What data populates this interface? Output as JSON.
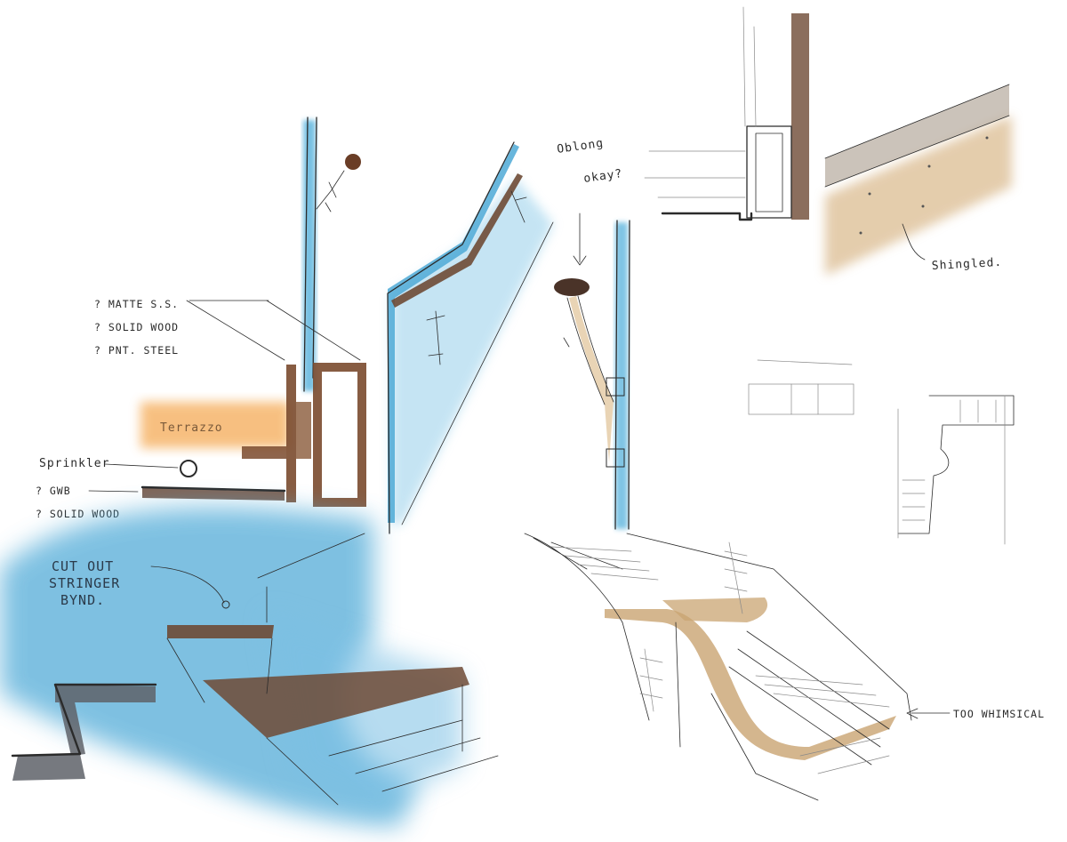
{
  "annotations": {
    "oblong": "Oblong",
    "okay": "okay?",
    "matte": "? MATTE S.S.",
    "solid_wood_1": "? SOLID WOOD",
    "pnt_steel": "? PNT. STEEL",
    "terrazzo": "Terrazzo",
    "sprinkler": "Sprinkler",
    "gwb": "? GWB",
    "solid_wood_2": "? SOLID WOOD",
    "cut_out": "CUT OUT",
    "stringer": "STRINGER",
    "bynd": "BYND.",
    "shingled": "Shingled.",
    "too_whimsical": "TOO WHIMSICAL"
  },
  "colors": {
    "paper": "#ffffff",
    "ink": "#2b2b2b",
    "watercolor_blue": "#5bb3dc",
    "wood_brown": "#7a4a2e",
    "terrazzo_orange": "#f4b26a",
    "tan_wood": "#c9a472",
    "steel_gray": "#6b6e73"
  }
}
